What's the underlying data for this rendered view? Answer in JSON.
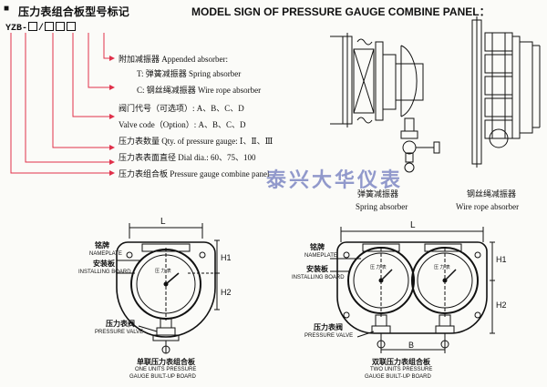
{
  "header": {
    "bullet": "■",
    "title_cn": "压力表组合板型号标记",
    "title_en": "MODEL SIGN OF PRESSURE GAUGE COMBINE PANEL："
  },
  "model_code": {
    "prefix": "YZB-",
    "separator": "/"
  },
  "legend": [
    "附加减振器 Appended absorber:",
    "T: 弹簧减振器  Spring absorber",
    "C: 钢丝绳减振器  Wire rope absorber",
    "阀门代号（可选项）: A、B、C、D",
    "Valve code（Option）: A、B、C、D",
    "压力表数量 Qty. of pressure gauge: Ⅰ、Ⅱ、Ⅲ",
    "压力表表面直径 Dial dia.: 60、75、100",
    "压力表组合板 Pressure gauge combine panel"
  ],
  "absorbers": {
    "spring_cn": "弹簧减振器",
    "spring_en": "Spring absorber",
    "wire_cn": "钢丝绳减振器",
    "wire_en": "Wire rope absorber"
  },
  "watermark": "泰兴大华仪表",
  "single_panel": {
    "dim_L": "L",
    "dim_H1": "H1",
    "dim_H2": "H2",
    "nameplate_cn": "铭牌",
    "nameplate_en": "NAMEPLATE",
    "board_cn": "安装板",
    "board_en": "INSTALLING BOARD",
    "valve_cn": "压力表阀",
    "valve_en": "PRESSURE VALVE",
    "caption_cn": "单联压力表组合板",
    "caption_en1": "ONE UNITS PRESSURE",
    "caption_en2": "GAUGE BUILT-UP BOARD",
    "dial_text": "压 力 表"
  },
  "double_panel": {
    "dim_L": "L",
    "dim_H1": "H1",
    "dim_H2": "H2",
    "dim_B": "B",
    "nameplate_cn": "铭牌",
    "nameplate_en": "NAMEPLATE",
    "board_cn": "安装板",
    "board_en": "INSTALLING BOARD",
    "valve_cn": "压力表阀",
    "valve_en": "PRESSURE VALVE",
    "caption_cn": "双联压力表组合板",
    "caption_en1": "TWO UNITS PRESSURE",
    "caption_en2": "GAUGE BUILT-UP BOARD",
    "dial_text": "压 力 表"
  },
  "colors": {
    "leader": "#e0304a",
    "ink": "#111111",
    "watermark": "#3c4aa8"
  }
}
